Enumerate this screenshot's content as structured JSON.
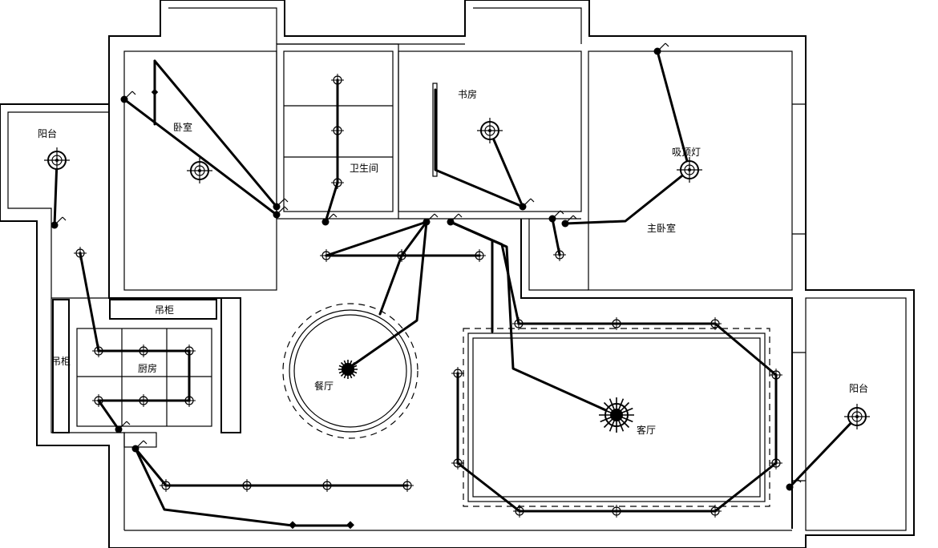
{
  "labels": {
    "balcony_west": "阳台",
    "bedroom": "卧室",
    "bathroom": "卫生间",
    "study": "书房",
    "ceiling_light": "吸顶灯",
    "master_bedroom": "主卧室",
    "wall_cabinet_h": "吊柜",
    "wall_cabinet_v": "吊柜",
    "kitchen": "厨房",
    "dining": "餐厅",
    "living": "客厅",
    "balcony_east": "阳台"
  },
  "icons": {
    "ceiling_lamp": "ceiling-lamp-icon",
    "downlight": "downlight-icon",
    "chandelier": "chandelier-icon",
    "switch": "switch-icon",
    "junction": "junction-dot-icon"
  }
}
